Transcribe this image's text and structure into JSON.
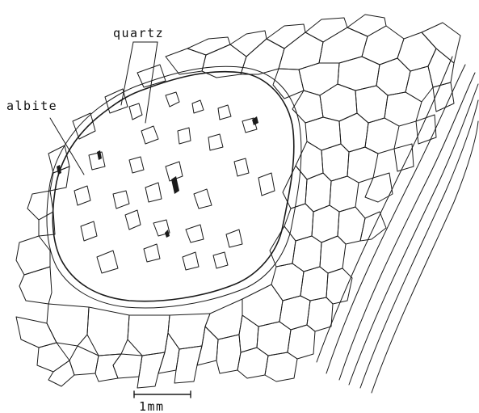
{
  "figure": {
    "labels": {
      "quartz": "quartz",
      "albite": "albite",
      "scale": "1mm"
    },
    "colors": {
      "ink": "#1a1a1a",
      "paper": "#ffffff"
    }
  }
}
